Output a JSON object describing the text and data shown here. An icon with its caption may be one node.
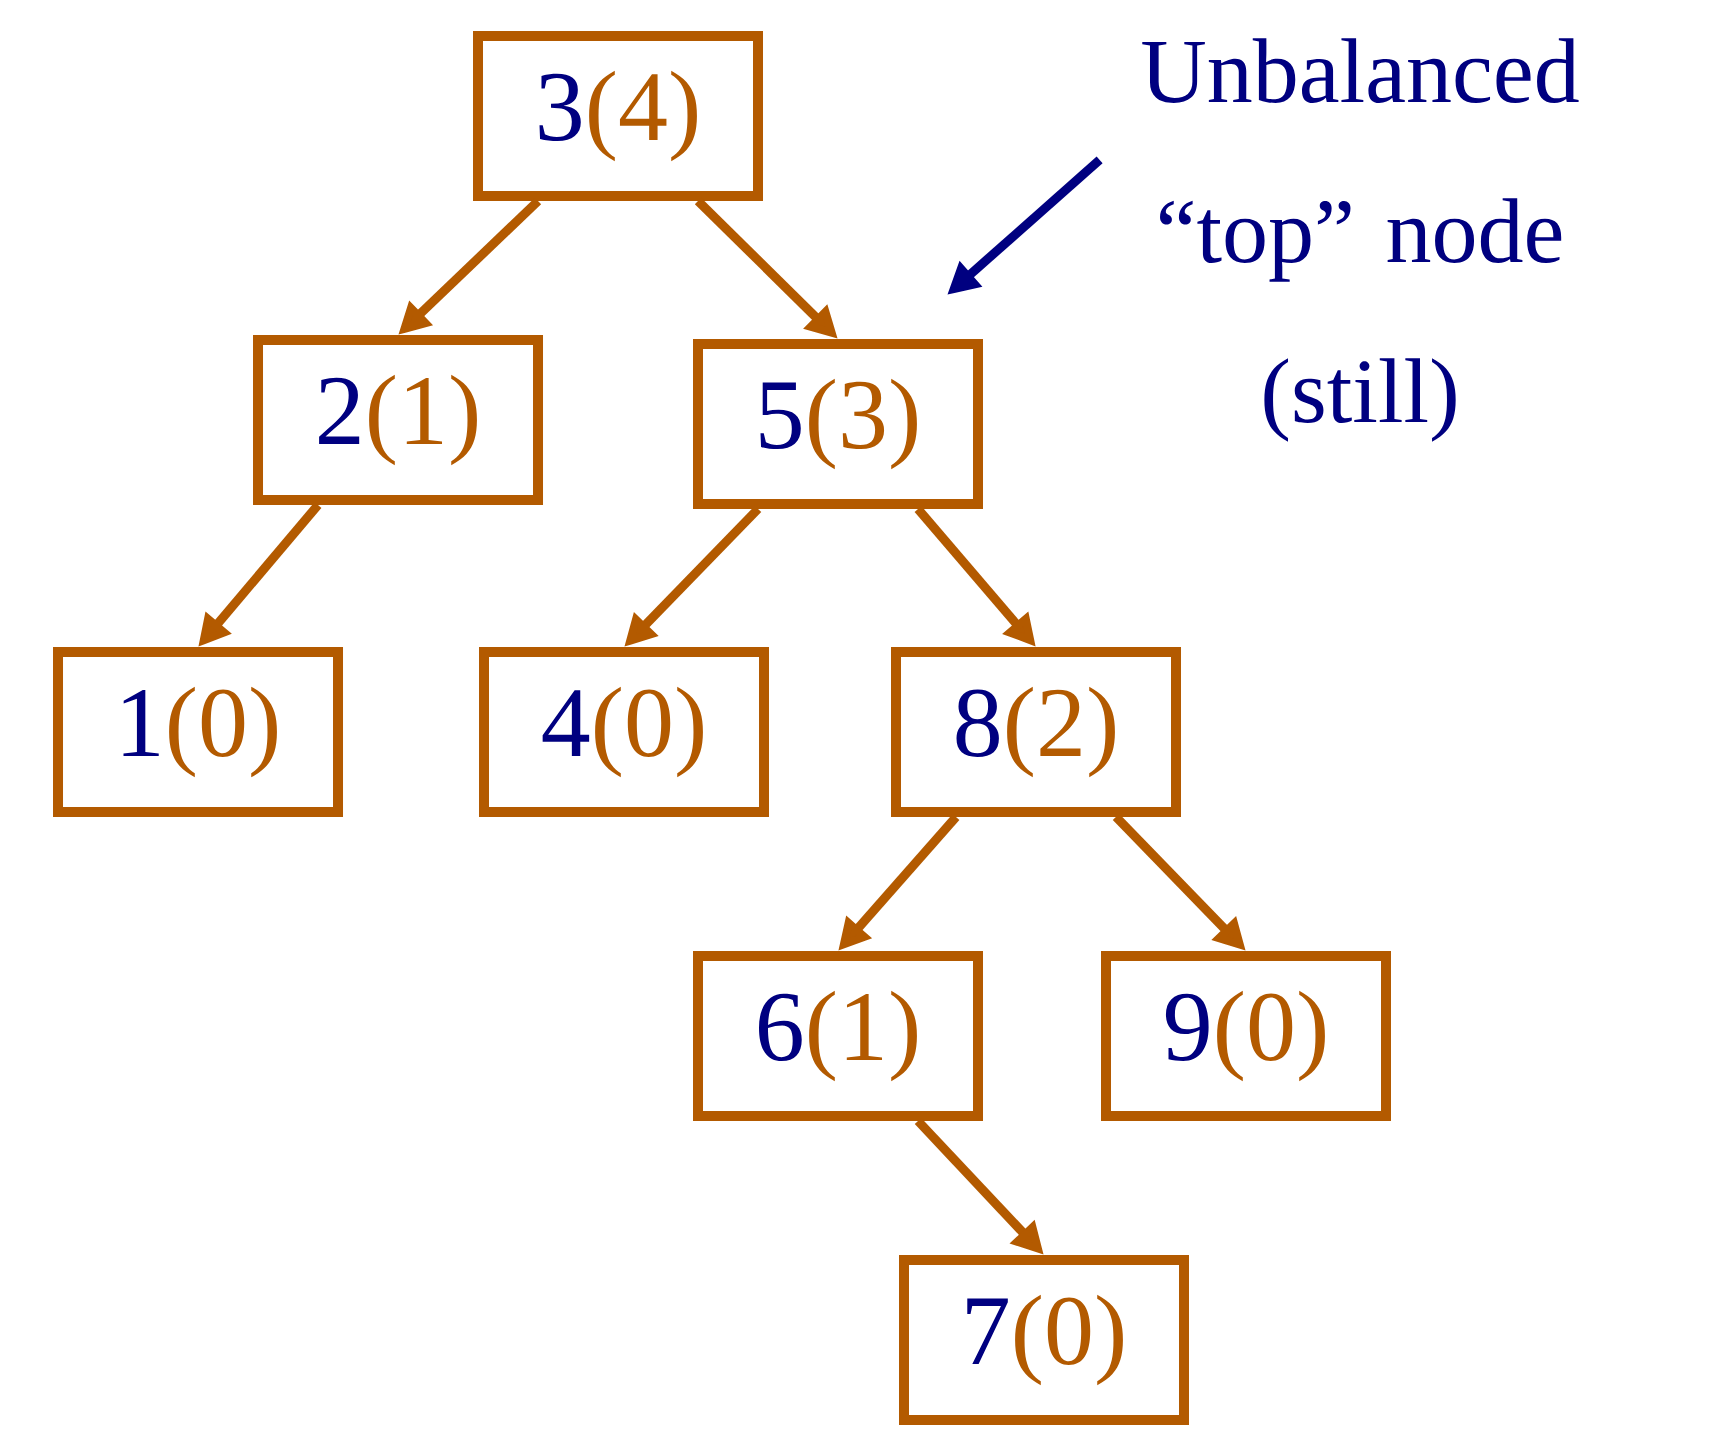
{
  "diagram": {
    "nodes": [
      {
        "text": [
          "3",
          "(4)"
        ]
      },
      {
        "text": [
          "Unbalanced “top” node (still)"
        ]
      },
      {
        "text": [
          "2",
          "(1)"
        ]
      },
      {
        "text": [
          "5",
          "(3)"
        ]
      },
      {
        "text": [
          "1",
          "(0)"
        ]
      },
      {
        "text": [
          "4",
          "(0)"
        ]
      },
      {
        "text": [
          "8",
          "(2)"
        ]
      },
      {
        "text": [
          "6",
          "(1)"
        ]
      },
      {
        "text": [
          "9",
          "(0)"
        ]
      },
      {
        "text": [
          "7",
          "(0)"
        ]
      }
    ],
    "edges": [
      {
        "from": 0,
        "to": 2,
        "arrow": "to"
      },
      {
        "from": 0,
        "to": 3,
        "arrow": "to"
      },
      {
        "from": 1,
        "to": 3,
        "arrow": "to",
        "color": "#000080"
      },
      {
        "from": 2,
        "to": 4,
        "arrow": "to"
      },
      {
        "from": 3,
        "to": 5,
        "arrow": "to"
      },
      {
        "from": 3,
        "to": 6,
        "arrow": "to"
      },
      {
        "from": 6,
        "to": 7,
        "arrow": "to"
      },
      {
        "from": 6,
        "to": 8,
        "arrow": "to"
      },
      {
        "from": 7,
        "to": 9,
        "arrow": "to"
      }
    ]
  }
}
